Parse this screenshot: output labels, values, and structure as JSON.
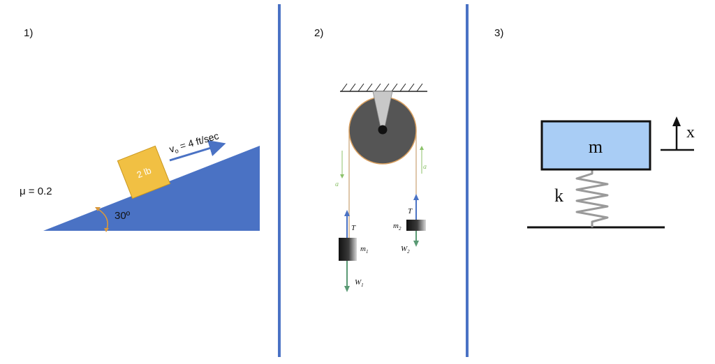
{
  "panels": [
    {
      "number_label": "1)"
    },
    {
      "number_label": "2)"
    },
    {
      "number_label": "3)"
    }
  ],
  "incline": {
    "friction_label": "μ = 0.2",
    "block_label": "2 lb",
    "velocity_label_v": "v",
    "velocity_label_sub": "o",
    "velocity_label_rest": " = 4 ft/sec",
    "angle_label": "30º"
  },
  "pulley": {
    "left_accel_label": "a",
    "right_accel_label": "a",
    "tension_left_label": "T",
    "tension_right_label": "T",
    "mass1_label": "m",
    "mass1_sub": "1",
    "mass2_label": "m",
    "mass2_sub": "2",
    "weight1_label": "W",
    "weight1_sub": "1",
    "weight2_label": "W",
    "weight2_sub": "2"
  },
  "spring_mass": {
    "mass_label": "m",
    "spring_label": "k",
    "displacement_label": "x"
  },
  "colors": {
    "divider": "#4a72c4",
    "incline_fill": "#4a72c4",
    "block_fill": "#f1c043",
    "block_stroke": "#c8961e",
    "velocity_arrow": "#4a72c4",
    "angle_arc": "#d9983c",
    "pulley_wheel": "#555555",
    "pulley_rim": "#d9a060",
    "rope": "#c9a070",
    "accel_arrow": "#8cc26a",
    "tension_arrow": "#4a72c4",
    "weight_arrow": "#5a9a74",
    "mass_box_fill": "#a9cdf5",
    "spring": "#9a9a9a"
  }
}
